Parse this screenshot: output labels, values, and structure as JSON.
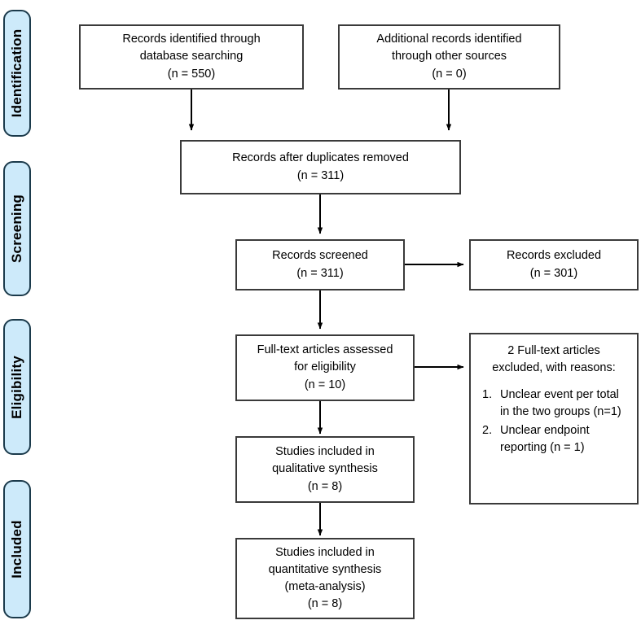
{
  "diagram": {
    "title": "PRISMA flow diagram",
    "colors": {
      "tab_fill": "#cdeafa",
      "tab_border": "#1b3a4b",
      "box_border": "#3a3a3a",
      "background": "#ffffff",
      "text": "#000000"
    }
  },
  "phases": [
    {
      "id": "identification",
      "label": "Identification"
    },
    {
      "id": "screening",
      "label": "Screening"
    },
    {
      "id": "eligibility",
      "label": "Eligibility"
    },
    {
      "id": "included",
      "label": "Included"
    }
  ],
  "boxes": {
    "database_search": {
      "lines": [
        "Records identified through",
        "database searching",
        "(n = 550)"
      ]
    },
    "other_sources": {
      "lines": [
        "Additional records identified",
        "through other sources",
        "(n = 0)"
      ]
    },
    "duplicates_removed": {
      "lines": [
        "Records after duplicates removed",
        "(n = 311)"
      ]
    },
    "records_screened": {
      "lines": [
        "Records screened",
        "(n = 311)"
      ]
    },
    "records_excluded": {
      "lines": [
        "Records excluded",
        "(n = 301)"
      ]
    },
    "fulltext_assessed": {
      "lines": [
        "Full-text articles assessed",
        "for eligibility",
        "(n = 10)"
      ]
    },
    "fulltext_excluded": {
      "heading": [
        "2 Full-text articles",
        "excluded, with reasons:"
      ],
      "reasons": [
        {
          "marker": "1.",
          "lines": [
            "Unclear event per total",
            "in the two groups (n=1)"
          ]
        },
        {
          "marker": "2.",
          "lines": [
            "Unclear endpoint",
            "reporting (n = 1)"
          ]
        }
      ]
    },
    "qualitative_synthesis": {
      "lines": [
        "Studies included in",
        "qualitative synthesis",
        "(n = 8)"
      ]
    },
    "quantitative_synthesis": {
      "lines": [
        "Studies included in",
        "quantitative synthesis",
        "(meta-analysis)",
        "(n = 8)"
      ]
    }
  },
  "chart_data": {
    "type": "diagram",
    "title": "PRISMA flow diagram",
    "nodes": [
      {
        "id": "database_search",
        "phase": "Identification",
        "label": "Records identified through database searching",
        "n": 550
      },
      {
        "id": "other_sources",
        "phase": "Identification",
        "label": "Additional records identified through other sources",
        "n": 0
      },
      {
        "id": "duplicates_removed",
        "phase": "Screening",
        "label": "Records after duplicates removed",
        "n": 311
      },
      {
        "id": "records_screened",
        "phase": "Screening",
        "label": "Records screened",
        "n": 311
      },
      {
        "id": "records_excluded",
        "phase": "Screening",
        "label": "Records excluded",
        "n": 301
      },
      {
        "id": "fulltext_assessed",
        "phase": "Eligibility",
        "label": "Full-text articles assessed for eligibility",
        "n": 10
      },
      {
        "id": "fulltext_excluded",
        "phase": "Eligibility",
        "label": "2 Full-text articles excluded, with reasons",
        "n": 2
      },
      {
        "id": "qualitative_synthesis",
        "phase": "Included",
        "label": "Studies included in qualitative synthesis",
        "n": 8
      },
      {
        "id": "quantitative_synthesis",
        "phase": "Included",
        "label": "Studies included in quantitative synthesis (meta-analysis)",
        "n": 8
      }
    ],
    "edges": [
      {
        "from": "database_search",
        "to": "duplicates_removed"
      },
      {
        "from": "other_sources",
        "to": "duplicates_removed"
      },
      {
        "from": "duplicates_removed",
        "to": "records_screened"
      },
      {
        "from": "records_screened",
        "to": "records_excluded"
      },
      {
        "from": "records_screened",
        "to": "fulltext_assessed"
      },
      {
        "from": "fulltext_assessed",
        "to": "fulltext_excluded"
      },
      {
        "from": "fulltext_assessed",
        "to": "qualitative_synthesis"
      },
      {
        "from": "qualitative_synthesis",
        "to": "quantitative_synthesis"
      }
    ]
  }
}
